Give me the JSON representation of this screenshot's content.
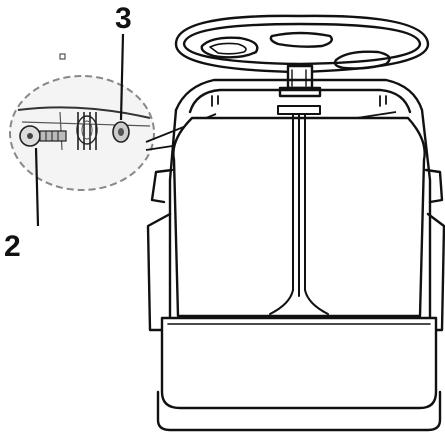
{
  "callouts": [
    {
      "number": "3",
      "part": "nut"
    },
    {
      "number": "2",
      "part": "bolt"
    }
  ],
  "colors": {
    "line": "#111111",
    "detail_circle_stroke": "#888888",
    "detail_circle_fill": "#f4f4f4",
    "background": "#ffffff"
  },
  "icons": {
    "detail": "magnified-detail-circle",
    "product": "child-car-seat-outline"
  }
}
